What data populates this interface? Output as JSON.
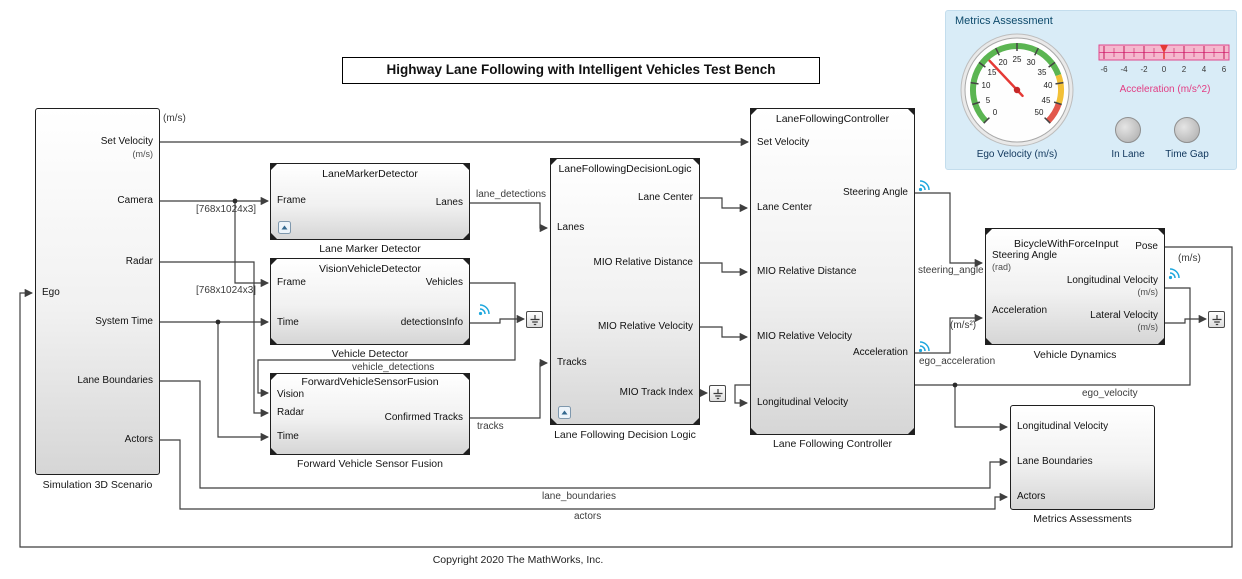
{
  "diagram": {
    "title": "Highway Lane Following with Intelligent Vehicles Test Bench",
    "copyright": "Copyright 2020 The MathWorks, Inc."
  },
  "metrics_panel": {
    "title": "Metrics Assessment",
    "ego_gauge": {
      "label": "Ego Velocity (m/s)",
      "ticks": [
        "0",
        "5",
        "10",
        "15",
        "20",
        "25",
        "30",
        "35",
        "40",
        "45",
        "50"
      ],
      "value": 17
    },
    "accel_gauge": {
      "label": "Acceleration (m/s^2)",
      "ticks": [
        "-6",
        "-4",
        "-2",
        "0",
        "2",
        "4",
        "6"
      ],
      "value": 0
    },
    "in_lane_label": "In Lane",
    "time_gap_label": "Time Gap"
  },
  "blocks": {
    "sim3d": {
      "caption": "Simulation 3D Scenario",
      "in_ego": "Ego",
      "out_set_velocity": "Set Velocity",
      "out_set_velocity_unit": "(m/s)",
      "out_camera": "Camera",
      "out_radar": "Radar",
      "out_system_time": "System Time",
      "out_lane_boundaries": "Lane Boundaries",
      "out_actors": "Actors"
    },
    "lmd": {
      "title": "LaneMarkerDetector",
      "caption": "Lane Marker Detector",
      "in_frame": "Frame",
      "out_lanes": "Lanes"
    },
    "vvd": {
      "title": "VisionVehicleDetector",
      "caption": "Vehicle Detector",
      "in_frame": "Frame",
      "in_time": "Time",
      "out_vehicles": "Vehicles",
      "out_detections_info": "detectionsInfo"
    },
    "fvsf": {
      "title": "ForwardVehicleSensorFusion",
      "caption": "Forward Vehicle Sensor Fusion",
      "in_vision": "Vision",
      "in_radar": "Radar",
      "in_time": "Time",
      "out_confirmed_tracks": "Confirmed Tracks"
    },
    "lfdl": {
      "title": "LaneFollowingDecisionLogic",
      "caption": "Lane Following Decision Logic",
      "in_lanes": "Lanes",
      "in_tracks": "Tracks",
      "out_lane_center": "Lane Center",
      "out_mio_rel_distance": "MIO Relative Distance",
      "out_mio_rel_velocity": "MIO Relative Velocity",
      "out_mio_track_index": "MIO Track Index"
    },
    "lfc": {
      "title": "LaneFollowingController",
      "caption": "Lane Following Controller",
      "in_set_velocity": "Set Velocity",
      "in_lane_center": "Lane Center",
      "in_mio_rel_distance": "MIO Relative Distance",
      "in_mio_rel_velocity": "MIO Relative Velocity",
      "in_longitudinal_velocity": "Longitudinal Velocity",
      "out_steering_angle": "Steering Angle",
      "out_acceleration": "Acceleration"
    },
    "bike": {
      "title": "BicycleWithForceInput",
      "caption": "Vehicle Dynamics",
      "in_steering_angle": "Steering Angle",
      "in_steering_angle_unit": "(rad)",
      "in_acceleration": "Acceleration",
      "out_pose": "Pose",
      "out_longitudinal_velocity": "Longitudinal Velocity",
      "out_longitudinal_velocity_unit": "(m/s)",
      "out_lateral_velocity": "Lateral Velocity",
      "out_lateral_velocity_unit": "(m/s)"
    },
    "ma": {
      "caption": "Metrics Assessments",
      "in_longitudinal_velocity": "Longitudinal Velocity",
      "in_lane_boundaries": "Lane Boundaries",
      "in_actors": "Actors"
    }
  },
  "signal_labels": {
    "set_velocity_unit": "(m/s)",
    "camera_dims": "[768x1024x3]",
    "lane_detections": "lane_detections",
    "vehicle_detections": "vehicle_detections",
    "tracks": "tracks",
    "steering_angle": "steering_angle",
    "ego_acceleration": "ego_acceleration",
    "accel_unit": "(m/s²)",
    "pose_unit": "(m/s)",
    "ego_velocity": "ego_velocity",
    "lane_boundaries": "lane_boundaries",
    "actors": "actors"
  },
  "icons": {
    "signal_logging_badge": "wifi-antenna-arcs",
    "terminator": "ground-symbol",
    "model_badge": "triangle-badge"
  }
}
